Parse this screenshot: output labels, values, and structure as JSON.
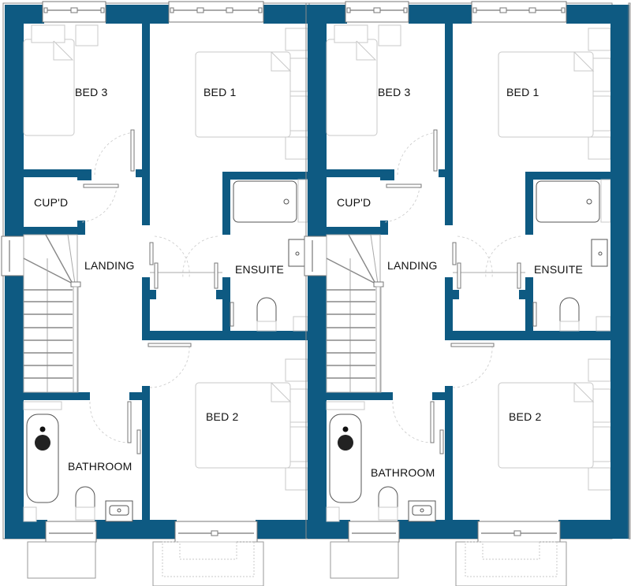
{
  "plan": {
    "wall_color": "#0e5a82",
    "units": [
      {
        "rooms": {
          "bed3": "BED 3",
          "bed1": "BED 1",
          "cupd": "CUP'D",
          "landing": "LANDING",
          "ensuite": "ENSUITE",
          "bed2": "BED 2",
          "bathroom": "BATHROOM"
        }
      },
      {
        "rooms": {
          "bed3": "BED 3",
          "bed1": "BED 1",
          "cupd": "CUP'D",
          "landing": "LANDING",
          "ensuite": "ENSUITE",
          "bed2": "BED 2",
          "bathroom": "BATHROOM"
        }
      }
    ]
  }
}
